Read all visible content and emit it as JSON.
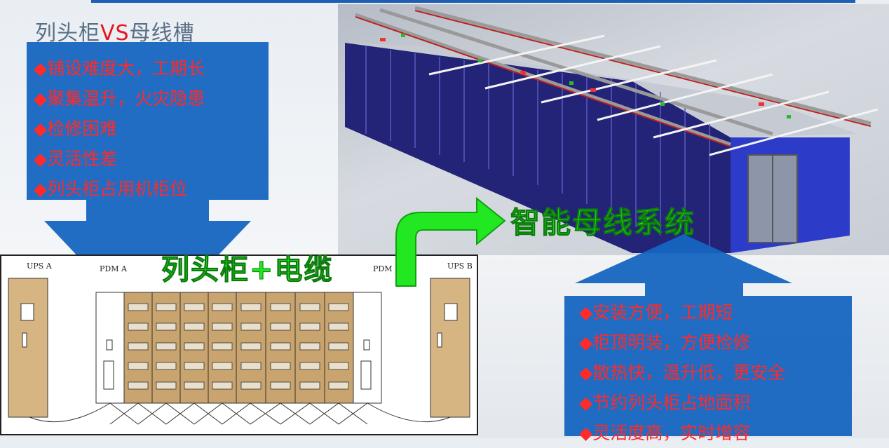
{
  "title": {
    "left": "列头柜",
    "vs": "VS",
    "right": "母线槽"
  },
  "cons": {
    "items": [
      "◆铺设难度大，工期长",
      "◆聚集温升，火灾隐患",
      "◆检修困难",
      "◆灵活性差",
      "◆列头柜占用机柜位"
    ]
  },
  "pros": {
    "items": [
      "◆安装方便，工期短",
      "◆柜顶明装，方便检修",
      "◆散热快，温升低，更安全",
      "◆节约列头柜占地面积",
      "◆灵活度高，实时增容"
    ]
  },
  "labels": {
    "cable": "列头柜+电缆",
    "busway": "智能母线系统"
  },
  "diagram": {
    "ups_a": "UPS A",
    "pdm_a": "PDM A",
    "pdm_b": "PDM B",
    "ups_b": "UPS B"
  },
  "colors": {
    "arrow_blue": "#1565c0",
    "bullet_red": "#ff2a2a",
    "highlight_green": "#1ee81e"
  }
}
